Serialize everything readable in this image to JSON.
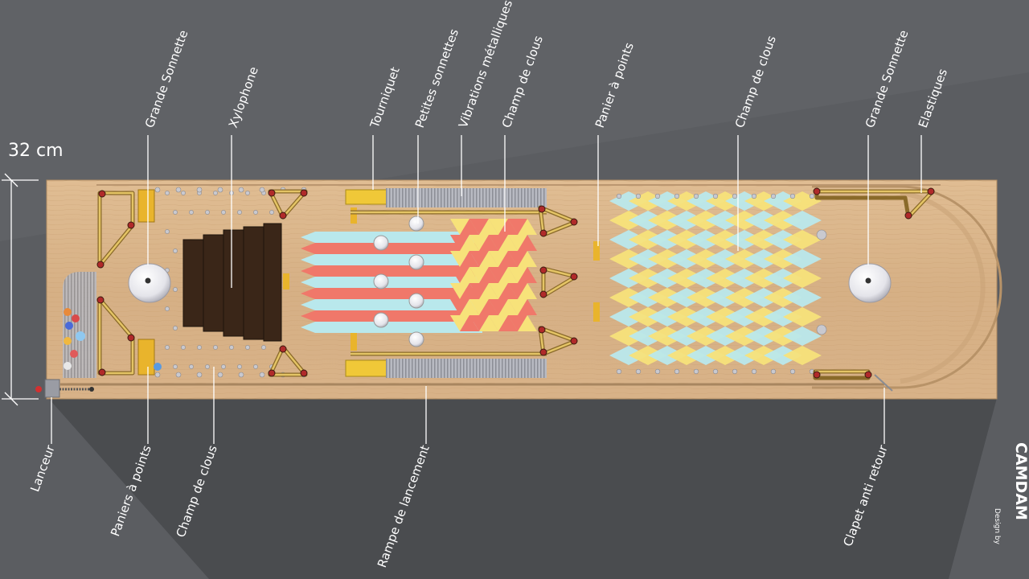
{
  "dimension": {
    "label": "32 cm"
  },
  "labels_top": {
    "grande_sonnette_left": "Grande Sonnette",
    "xylophone": "Xylophone",
    "tourniquet": "Tourniquet",
    "petites_sonnettes": "Petites  sonnettes",
    "vibrations": "Vibrations métalliques",
    "champ_clous_mid": "Champ de clous",
    "panier_points": "Panier à points",
    "champ_clous_right": "Champ de clous",
    "grande_sonnette_right": "Grande Sonnette",
    "elastiques": "Elastiques"
  },
  "labels_bottom": {
    "lanceur": "Lanceur",
    "paniers_points": "Paniers à points",
    "champ_clous_left": "Champ de clous",
    "rampe": "Rampe de lancement",
    "clapet": "Clapet anti retour"
  },
  "logo": {
    "name": "CAMDAM",
    "sub": "Design by"
  },
  "colors": {
    "background": "#5b5d61",
    "wood": "#d9b48a",
    "red_stripe": "#f0786a",
    "cyan": "#b9e8ec",
    "yellow": "#f7e27a",
    "xylophone": "#3a2618",
    "rails": "#e4c465",
    "metal": "#b6b8c0"
  }
}
